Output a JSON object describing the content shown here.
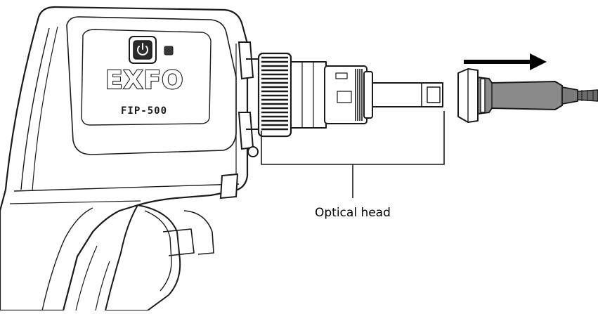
{
  "device": {
    "brand": "EXFO",
    "model": "FIP-500"
  },
  "callouts": {
    "optical_head_label": "Optical head"
  },
  "icons": {
    "power": "power-icon",
    "direction": "arrow-right-icon"
  }
}
